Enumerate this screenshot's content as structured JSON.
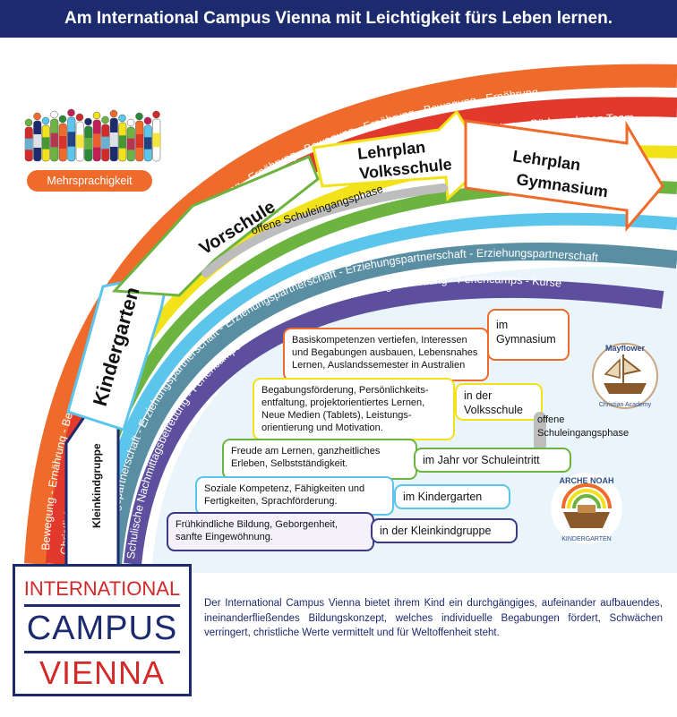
{
  "header": {
    "title": "Am International Campus Vienna mit Leichtigkeit fürs Leben lernen."
  },
  "badge": {
    "label": "Mehrsprachigkeit"
  },
  "arcs": {
    "orange": "Bewegung - Ernährung - Bewegung - Ernährung - Bewegung - Ernährung - Bewegung - Ernährung - Bewegung - Ernährung - Bewegung - Ernährung",
    "red": "Christliche Werte - engagiertes PädagogInnen Team - Christliche Werte - engagiertes PädagogInnen Team - Christliche Werte - engagiertes PädagogInnen Team",
    "teal": "Erziehungspartnerschaft - Erziehungspartnerschaft - Erziehungspartnerschaft - Erziehungspartnerschaft - Erziehungspartnerschaft",
    "purple": "Schulische Nachmittagsbetreuung - Feriencamps - Kurse - Schulische Nachmittagsbetreuung - Feriencamps - Kurse"
  },
  "stages": {
    "kleinkindgruppe": "Kleinkindgruppe",
    "kindergarten": "Kindergarten",
    "vorschule": "Vorschule",
    "vorschule_sub": "offene Schuleingangsphase",
    "volksschule_1": "Lehrplan",
    "volksschule_2": "Volksschule",
    "gymnasium_1": "Lehrplan",
    "gymnasium_2": "Gymnasium"
  },
  "boxes": [
    {
      "text": "Basiskompetenzen vertiefen, Interessen und Begabungen ausbauen, Lebensnahes Lernen, Auslandssemester in Australien",
      "tag": "im Gymnasium",
      "color": "#ef6b2c"
    },
    {
      "text": "Begabungsförderung, Persönlichkeits-entfaltung, projektorientiertes Lernen, Neue Medien (Tablets), Leistungs-orientierung und Motivation.",
      "tag": "in der Volksschule",
      "color": "#f2e21a"
    },
    {
      "text": "Freude am Lernen, ganzheitliches Erleben, Selbstständigkeit.",
      "tag": "im Jahr vor Schuleintritt",
      "color": "#6cb33f"
    },
    {
      "text": "Soziale Kompetenz, Fähigkeiten und Fertigkeiten, Sprachförderung.",
      "tag": "im Kindergarten",
      "color": "#5bc5ec"
    },
    {
      "text": "Frühkindliche Bildung, Geborgenheit, sanfte Eingewöhnung.",
      "tag": "in der Kleinkindgruppe",
      "color": "#3a3a86"
    }
  ],
  "offene": "offene Schuleingangsphase",
  "logo": {
    "line1": "INTERNATIONAL",
    "line2": "CAMPUS",
    "line3": "VIENNA"
  },
  "bottom_text": "Der International Campus Vienna bietet ihrem Kind ein durchgängiges, aufeinander aufbauendes, ineinanderfließendes Bildungskonzept, welches individuelle Begabungen fördert, Schwächen verringert, christliche Werte vermittelt und für Weltoffenheit steht.",
  "mayflower": {
    "top": "Mayflower",
    "bottom": "Christian Academy"
  },
  "archenoah": {
    "top": "ARCHE NOAH",
    "bottom": "KINDERGARTEN"
  },
  "colors": {
    "navy": "#1c2a6e",
    "orange": "#ef6b2c",
    "red": "#e2392d",
    "yellow": "#f2e21a",
    "green": "#6cb33f",
    "lightblue": "#5bc5ec",
    "teal": "#5a8ea3",
    "purple": "#5e4f9e"
  }
}
